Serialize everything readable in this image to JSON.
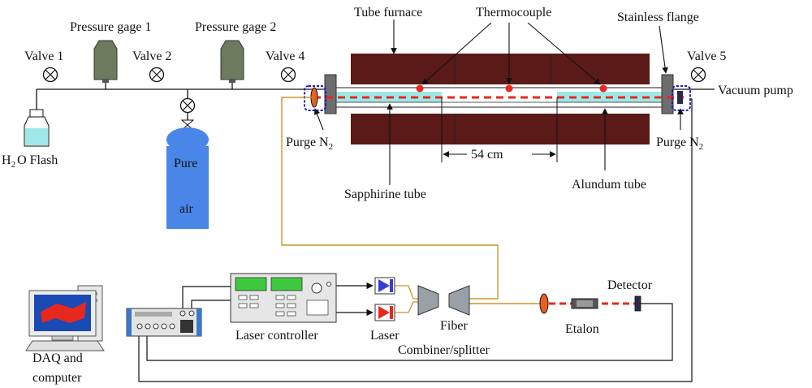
{
  "labels": {
    "valve1": "Valve 1",
    "valve2": "Valve 2",
    "valve4": "Valve 4",
    "valve5": "Valve 5",
    "pressure_gage1": "Pressure gage 1",
    "pressure_gage2": "Pressure gage 2",
    "tube_furnace": "Tube furnace",
    "thermocouple": "Thermocouple",
    "stainless_flange": "Stainless flange",
    "vacuum_pump": "Vacuum pump",
    "h2o_flash_main": "H",
    "h2o_flash_sub": "2",
    "h2o_flash_rest": "O Flash",
    "pure_air_line1": "Pure",
    "pure_air_line2": "air",
    "purge_n2_left_main": "Purge N",
    "purge_n2_left_sub": "2",
    "purge_n2_right_main": "Purge N",
    "purge_n2_right_sub": "2",
    "distance": "54 cm",
    "sapphirine_tube": "Sapphirine tube",
    "alundum_tube": "Alundum  tube",
    "daq_line1": "DAQ and",
    "daq_line2": "computer",
    "laser_controller": "Laser controller",
    "laser": "Laser",
    "fiber": "Fiber",
    "combiner_splitter": "Combiner/splitter",
    "etalon": "Etalon",
    "detector": "Detector"
  },
  "colors": {
    "furnace": "#5a1a17",
    "sapphire_tube": "#9ee8e8",
    "laser_beam": "#e8281e",
    "thermocouple": "#e8281e",
    "fiber_line": "#c8962e",
    "air_cylinder": "#4a86e8",
    "gage": "#6e7a5e",
    "flange": "#6d6d6d",
    "purge_box": "#1a1acc",
    "lcd": "#3ec83e",
    "computer_screen": "#1a4ab4",
    "daq_box": "#3a78c8",
    "laser_blue": "#3a3ad8",
    "laser_red": "#e8281e",
    "etalon_body": "#555555",
    "detector_body": "#2a2a4a"
  }
}
